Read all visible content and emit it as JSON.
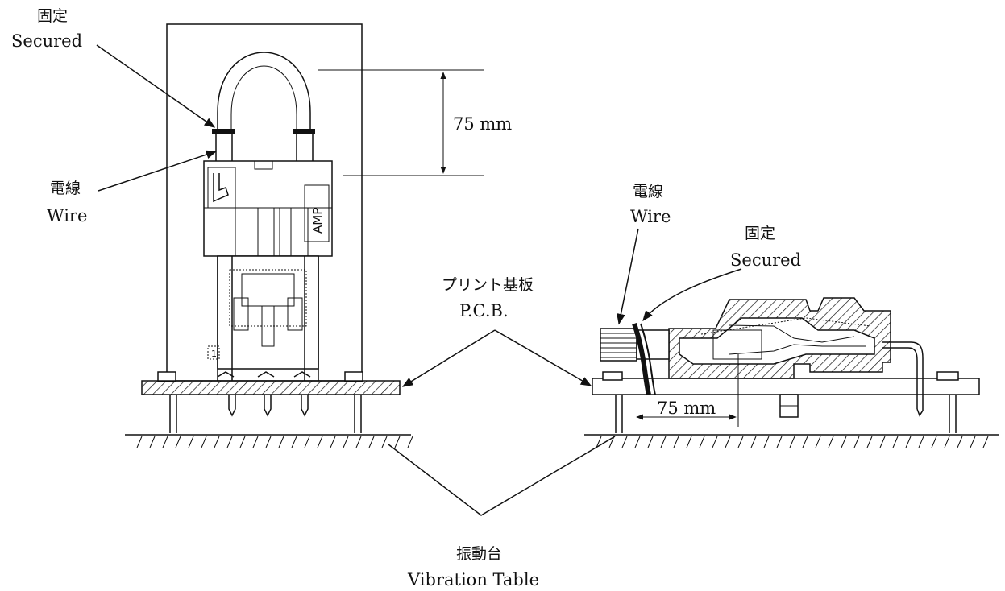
{
  "labels": {
    "secured_left_jp": "固定",
    "secured_left_en": "Secured",
    "wire_left_jp": "電線",
    "wire_left_en": "Wire",
    "dimension_top": "75 mm",
    "pcb_jp": "プリント基板",
    "pcb_en": "P.C.B.",
    "wire_right_jp": "電線",
    "wire_right_en": "Wire",
    "secured_right_jp": "固定",
    "secured_right_en": "Secured",
    "dimension_side": "75 mm",
    "table_jp": "振動台",
    "table_en": "Vibration Table",
    "connector_mark": "AMP",
    "pin_mark": "1"
  }
}
